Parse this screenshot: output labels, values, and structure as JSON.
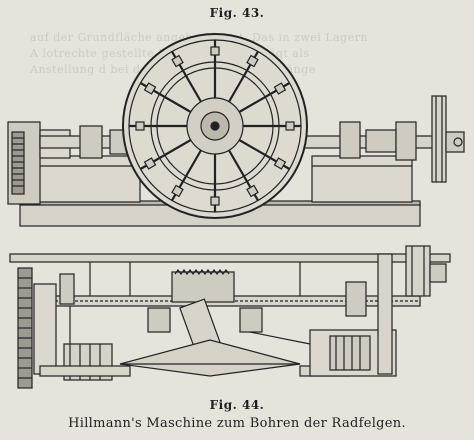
{
  "figures": {
    "top": {
      "label": "Fig. 43."
    },
    "bottom": {
      "label": "Fig. 44."
    }
  },
  "caption": "Hillmann's Maschine zum Bohren der Radfelgen.",
  "bleed_through": {
    "line1": "auf der Grundfläche angebracht ist. Das in zwei Lagern",
    "line2": "A lotrechte gestellte Maschine und b trägt als",
    "line3": "Anstellung d bei der ganze Dreh. Die Vorgänge"
  },
  "colors": {
    "ink": "#222222",
    "paper": "#e6e3da"
  }
}
